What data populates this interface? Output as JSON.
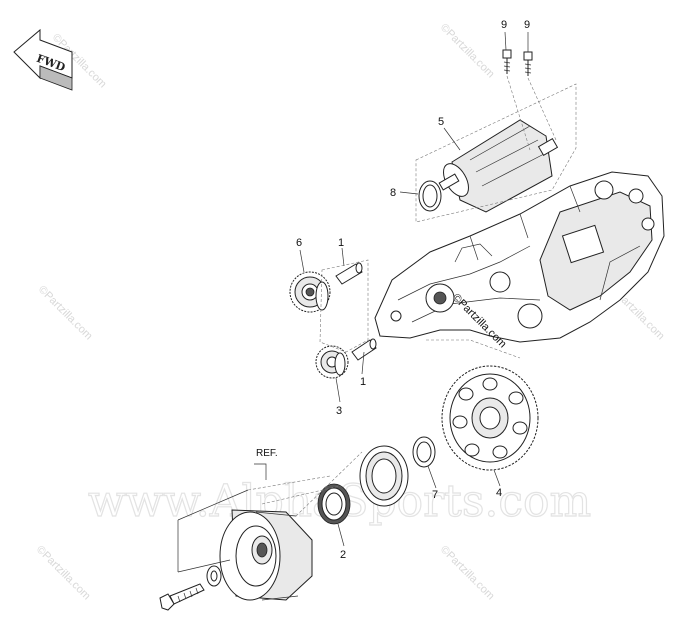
{
  "direction_label": "FWD",
  "watermark_small": "©Partzilla.com",
  "watermark_center": "©Partzilla.com",
  "watermark_big": "www.AlphaSports.com",
  "ref_label": "REF.",
  "callouts": [
    {
      "id": "c9a",
      "label": "9"
    },
    {
      "id": "c9b",
      "label": "9"
    },
    {
      "id": "c5",
      "label": "5"
    },
    {
      "id": "c8",
      "label": "8"
    },
    {
      "id": "c6",
      "label": "6"
    },
    {
      "id": "c1a",
      "label": "1"
    },
    {
      "id": "c1b",
      "label": "1"
    },
    {
      "id": "c3",
      "label": "3"
    },
    {
      "id": "c7",
      "label": "7"
    },
    {
      "id": "c4",
      "label": "4"
    },
    {
      "id": "c2",
      "label": "2"
    }
  ]
}
